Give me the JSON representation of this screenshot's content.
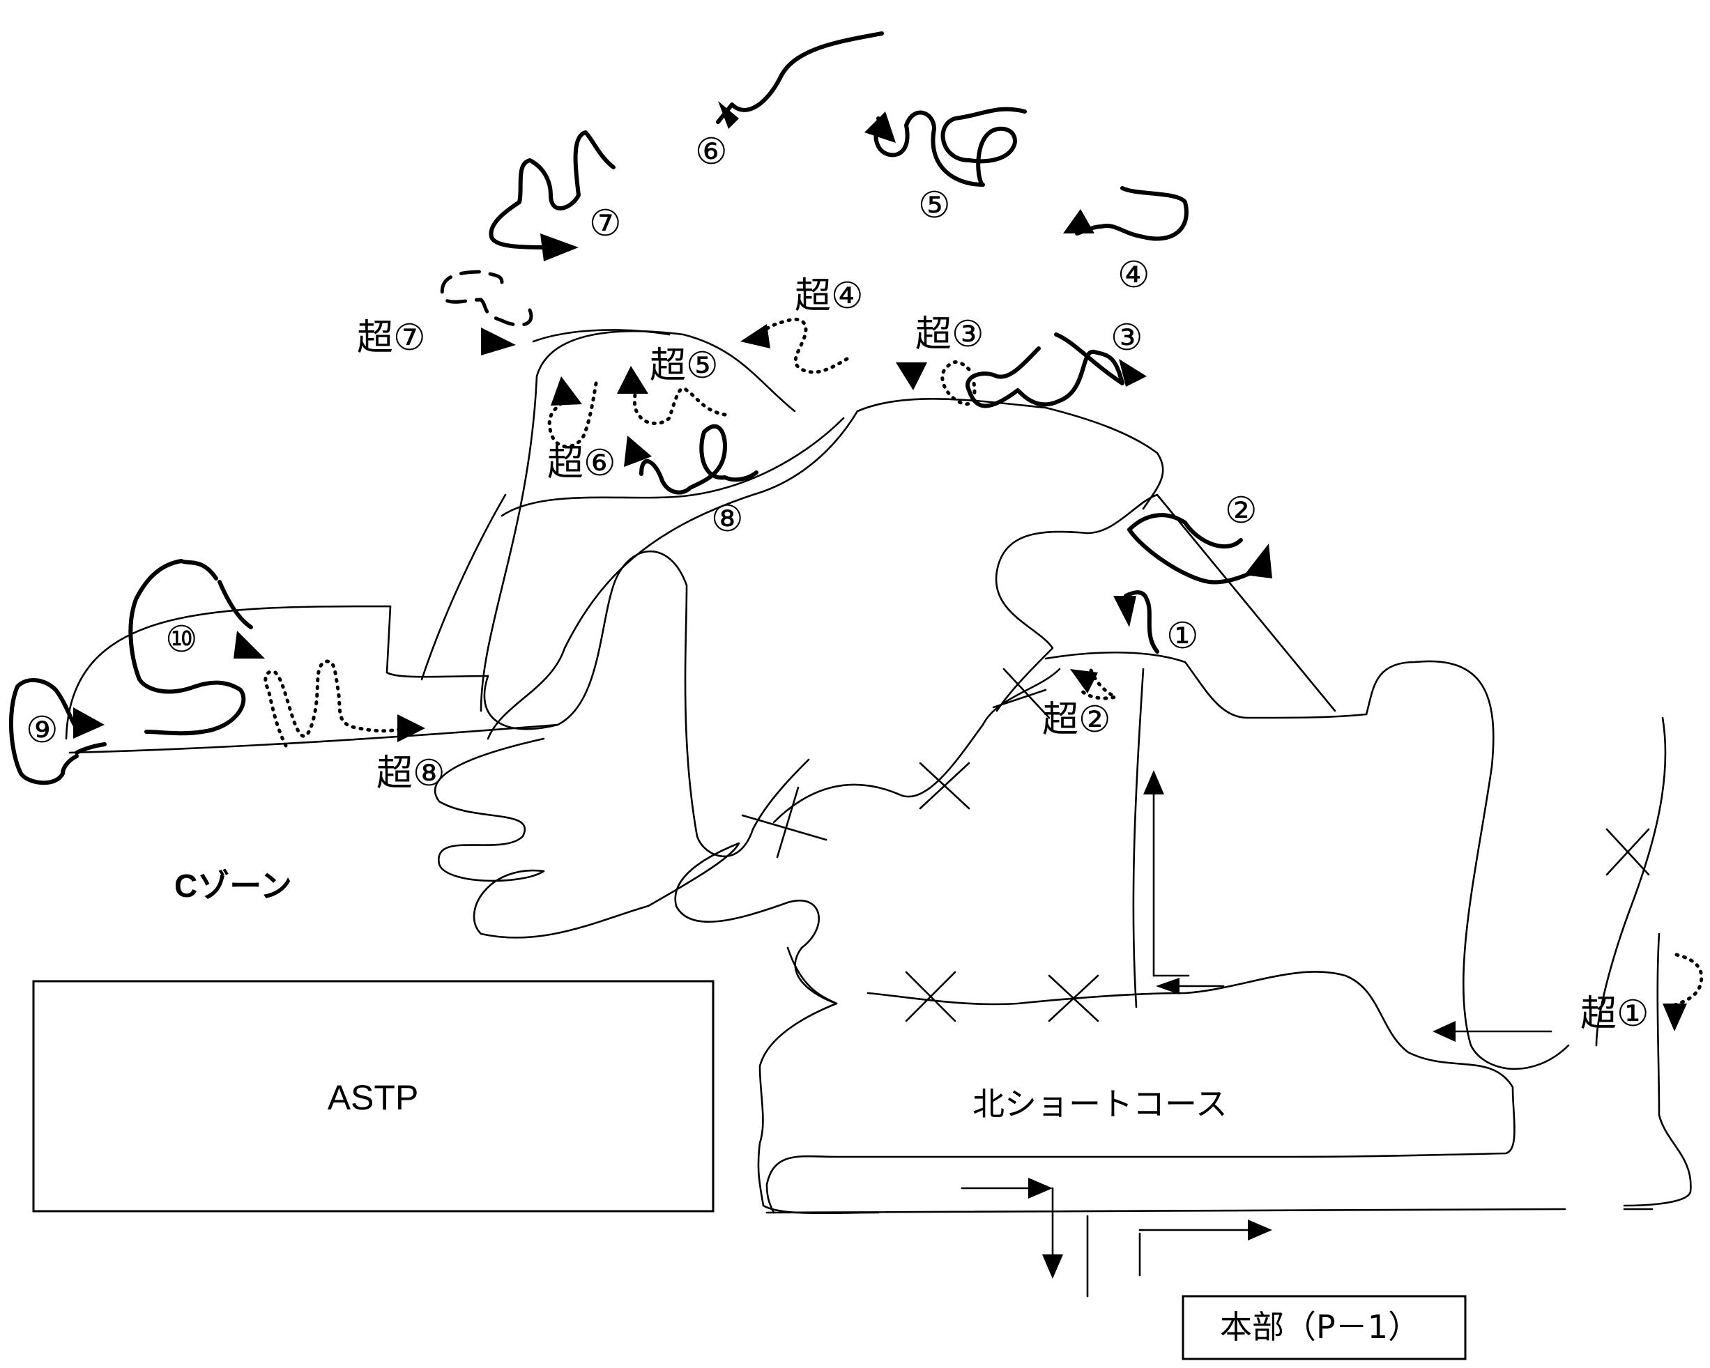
{
  "zone_label": "Cゾーン",
  "astp_label": "ASTP",
  "north_short_course_label": "北ショートコース",
  "headquarters_label": "本部（P－1）",
  "course_labels": {
    "c1": "①",
    "c2": "②",
    "c3": "③",
    "c4": "④",
    "c5": "⑤",
    "c6": "⑥",
    "c7": "⑦",
    "c8": "⑧",
    "c9": "⑨",
    "c10": "⑩"
  },
  "super_labels": {
    "s1": "超①",
    "s2": "超②",
    "s3": "超③",
    "s4": "超④",
    "s5": "超⑤",
    "s6": "超⑥",
    "s7": "超⑦",
    "s8": "超⑧"
  },
  "line_color": "#000000",
  "background_color": "#ffffff"
}
